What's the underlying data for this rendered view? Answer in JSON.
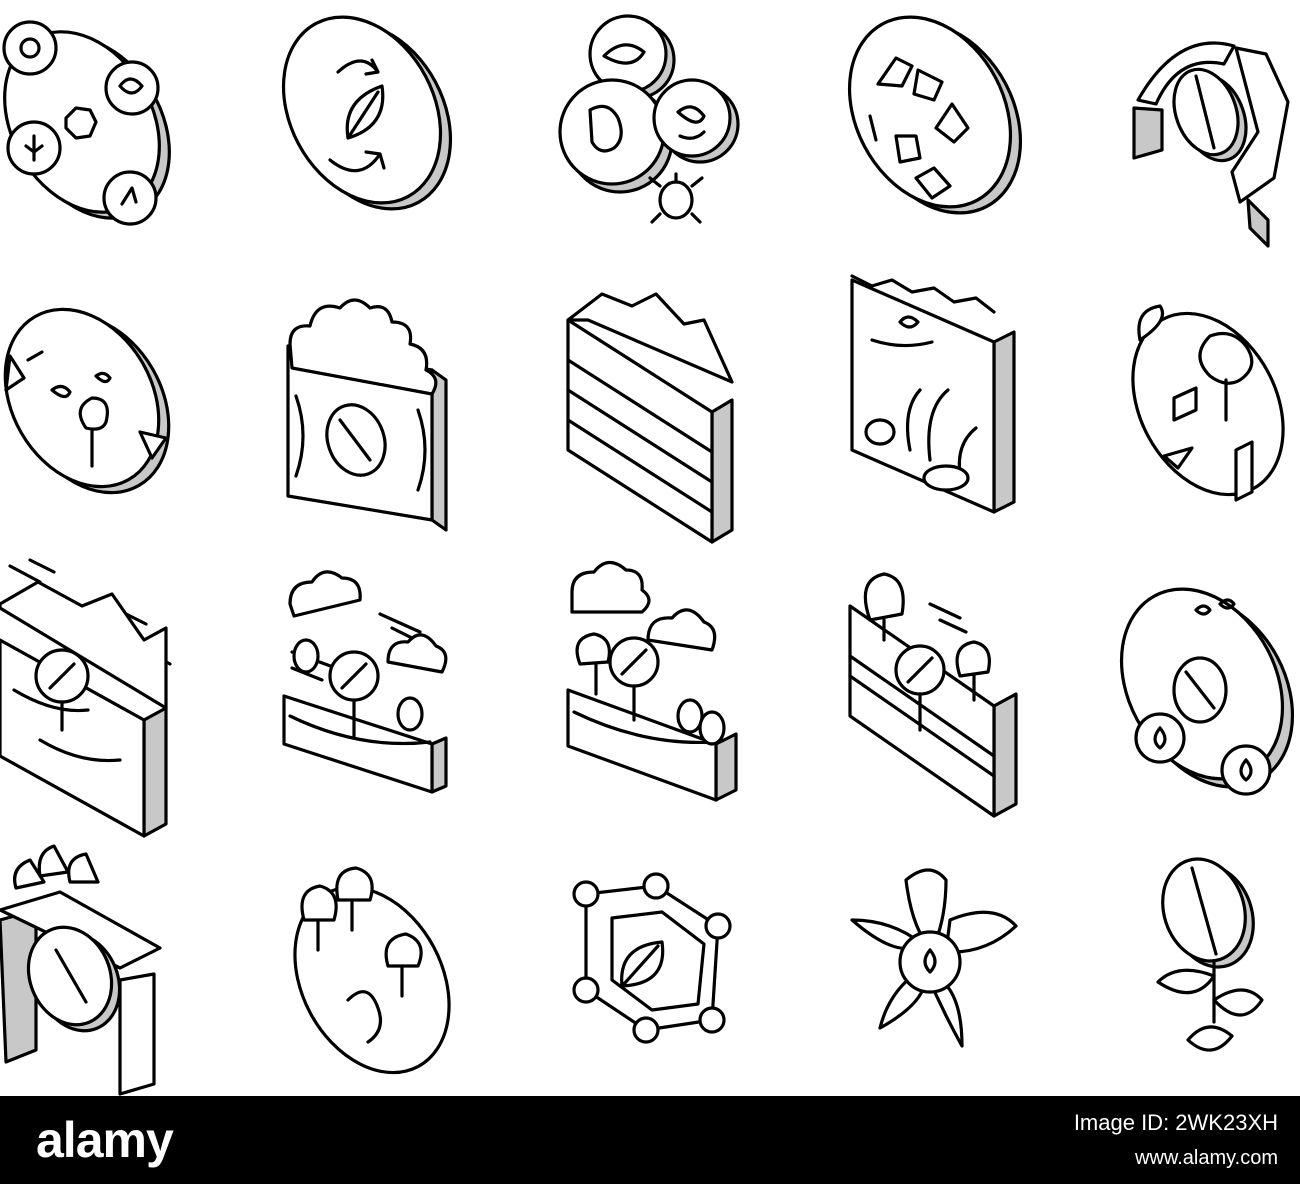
{
  "colors": {
    "background": "#ffffff",
    "line": "#000000",
    "shade": "#c8c8c8",
    "footer": "#000000",
    "footer_text": "#ffffff"
  },
  "icon_grid": {
    "rows": 4,
    "cols": 5,
    "icons": [
      "ecosystem-cycle-icon",
      "leaf-rotation-icon",
      "biodiversity-circles-icon",
      "recycle-globe-icon",
      "hands-holding-seed-icon",
      "globe-with-trees-icon",
      "clouds-over-seed-icon",
      "soil-layers-icon",
      "underwater-habitat-icon",
      "tree-growth-cycle-icon",
      "mountain-soil-seed-icon",
      "wind-clouds-seed-icon",
      "forest-clouds-seed-icon",
      "trees-seed-soil-icon",
      "seed-water-drops-icon",
      "tree-gate-seed-icon",
      "trees-on-globe-icon",
      "network-leaf-icon",
      "flower-water-drop-icon",
      "sprouting-seed-icon"
    ]
  },
  "watermark": {
    "brand": "alamy",
    "image_id": "Image ID: 2WK23XH",
    "url": "www.alamy.com"
  }
}
